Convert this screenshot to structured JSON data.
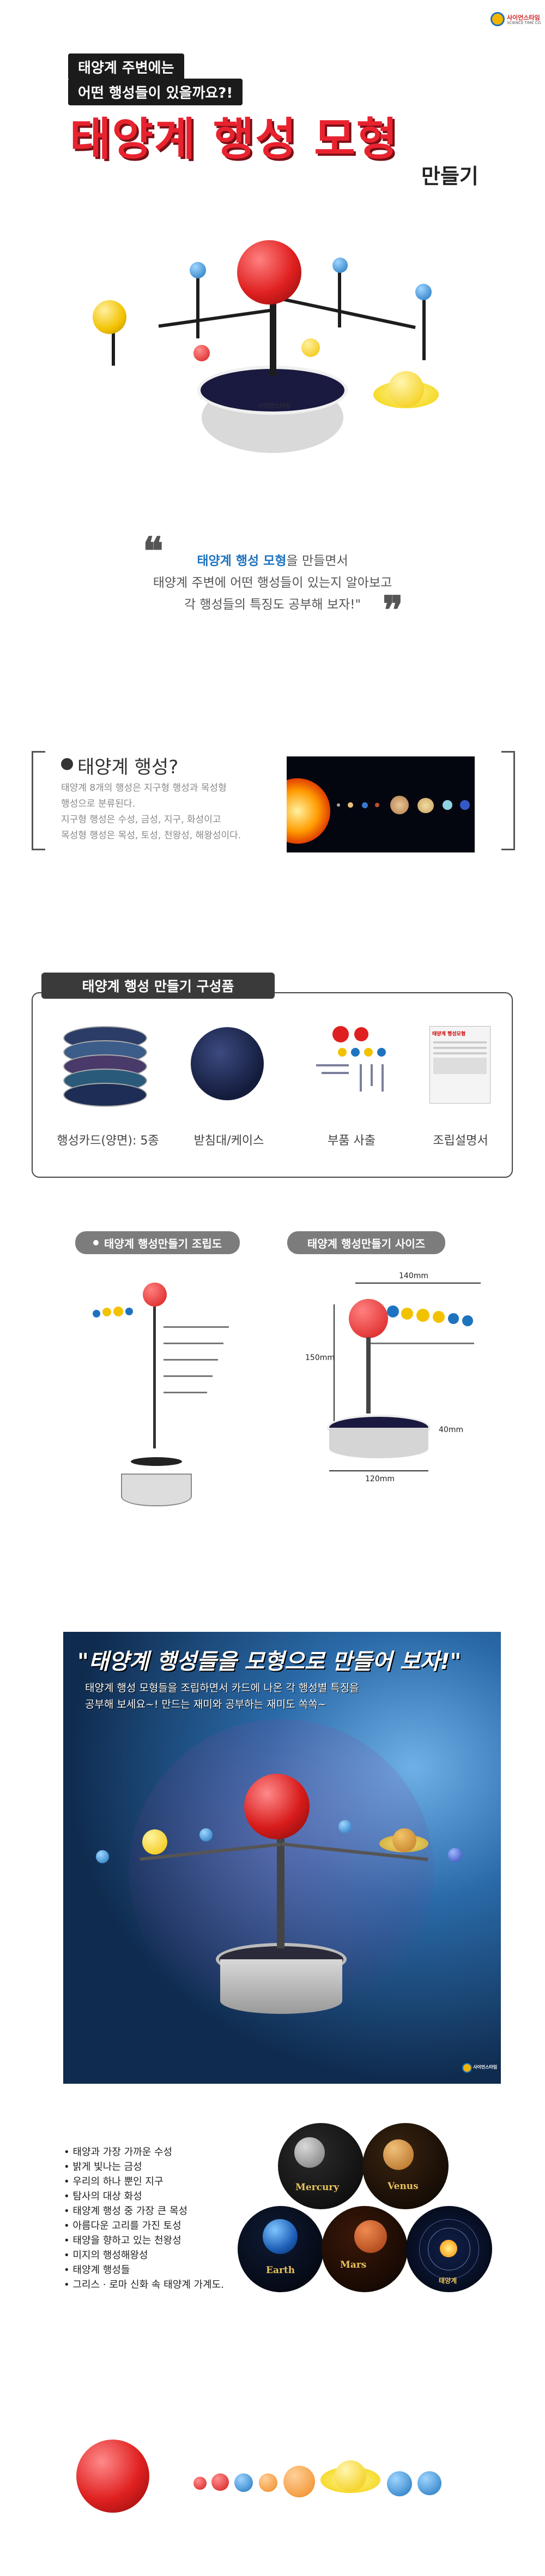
{
  "brand": {
    "name": "사이언스타임",
    "sub": "SCIENCE TIME CO."
  },
  "hero": {
    "tag_line1": "태양계 주변에는",
    "tag_line2": "어떤 행성들이 있을까요?!",
    "title": "태양계 행성 모형",
    "subtitle": "만들기",
    "model_brand": "사이언스타임"
  },
  "quote": {
    "highlight": "태양계 행성 모형",
    "line1_rest": "을 만들면서",
    "line2": "태양계 주변에 어떤 행성들이 있는지 알아보고",
    "line3": "각 행성들의 특징도 공부해 보자!\""
  },
  "info": {
    "title": "태양계 행성?",
    "lines": [
      "태양계 8개의 행성은 지구형 행성과 목성형",
      "행성으로 분류된다.",
      "지구형 행성은 수성, 금성, 지구, 화성이고",
      "목성형 행성은 목성, 토성, 천왕성, 해왕성이다."
    ]
  },
  "composition": {
    "title": "태양계 행성 만들기 구성품",
    "items": [
      {
        "label": "행성카드(양면): 5종"
      },
      {
        "label": "받침대/케이스"
      },
      {
        "label": "부품 사출"
      },
      {
        "label": "조립설명서"
      }
    ],
    "manual_heading": "태양계 행성모형"
  },
  "assembly": {
    "diagram_label": "태양계 행성만들기 조립도",
    "size_label": "태양계 행성만들기 사이즈",
    "width_top": "140mm",
    "height": "150mm",
    "base_height": "40mm",
    "base_width": "120mm"
  },
  "poster": {
    "title": "\"태양계 행성들을 모형으로 만들어 보자!\"",
    "text_line1": "태양계 행성 모형들을 조립하면서 카드에 나온 각 행성별 특징을",
    "text_line2": "공부해 보세요~! 만드는 재미와 공부하는 재미도 쏙쏙~"
  },
  "features": [
    "태양과 가장 가까운 수성",
    "밝게 빛나는 금성",
    "우리의 하나 뿐인 지구",
    "탐사의 대상 화성",
    "태양계 행성 중 가장 큰 목성",
    "아름다운 고리를 가진 토성",
    "태양을 향하고 있는 천왕성",
    "미지의 행성해왕성",
    "태양계 행성들",
    "그리스 · 로마 신화 속 태양계 가계도."
  ],
  "cards": [
    {
      "name": "Mercury"
    },
    {
      "name": "Venus"
    },
    {
      "name": "Earth"
    },
    {
      "name": "Mars"
    },
    {
      "name": "태양계"
    }
  ],
  "colors": {
    "accent_red": "#e8232f",
    "sun": "#e02020",
    "blue": "#1e73be",
    "yellow": "#f2c200"
  }
}
